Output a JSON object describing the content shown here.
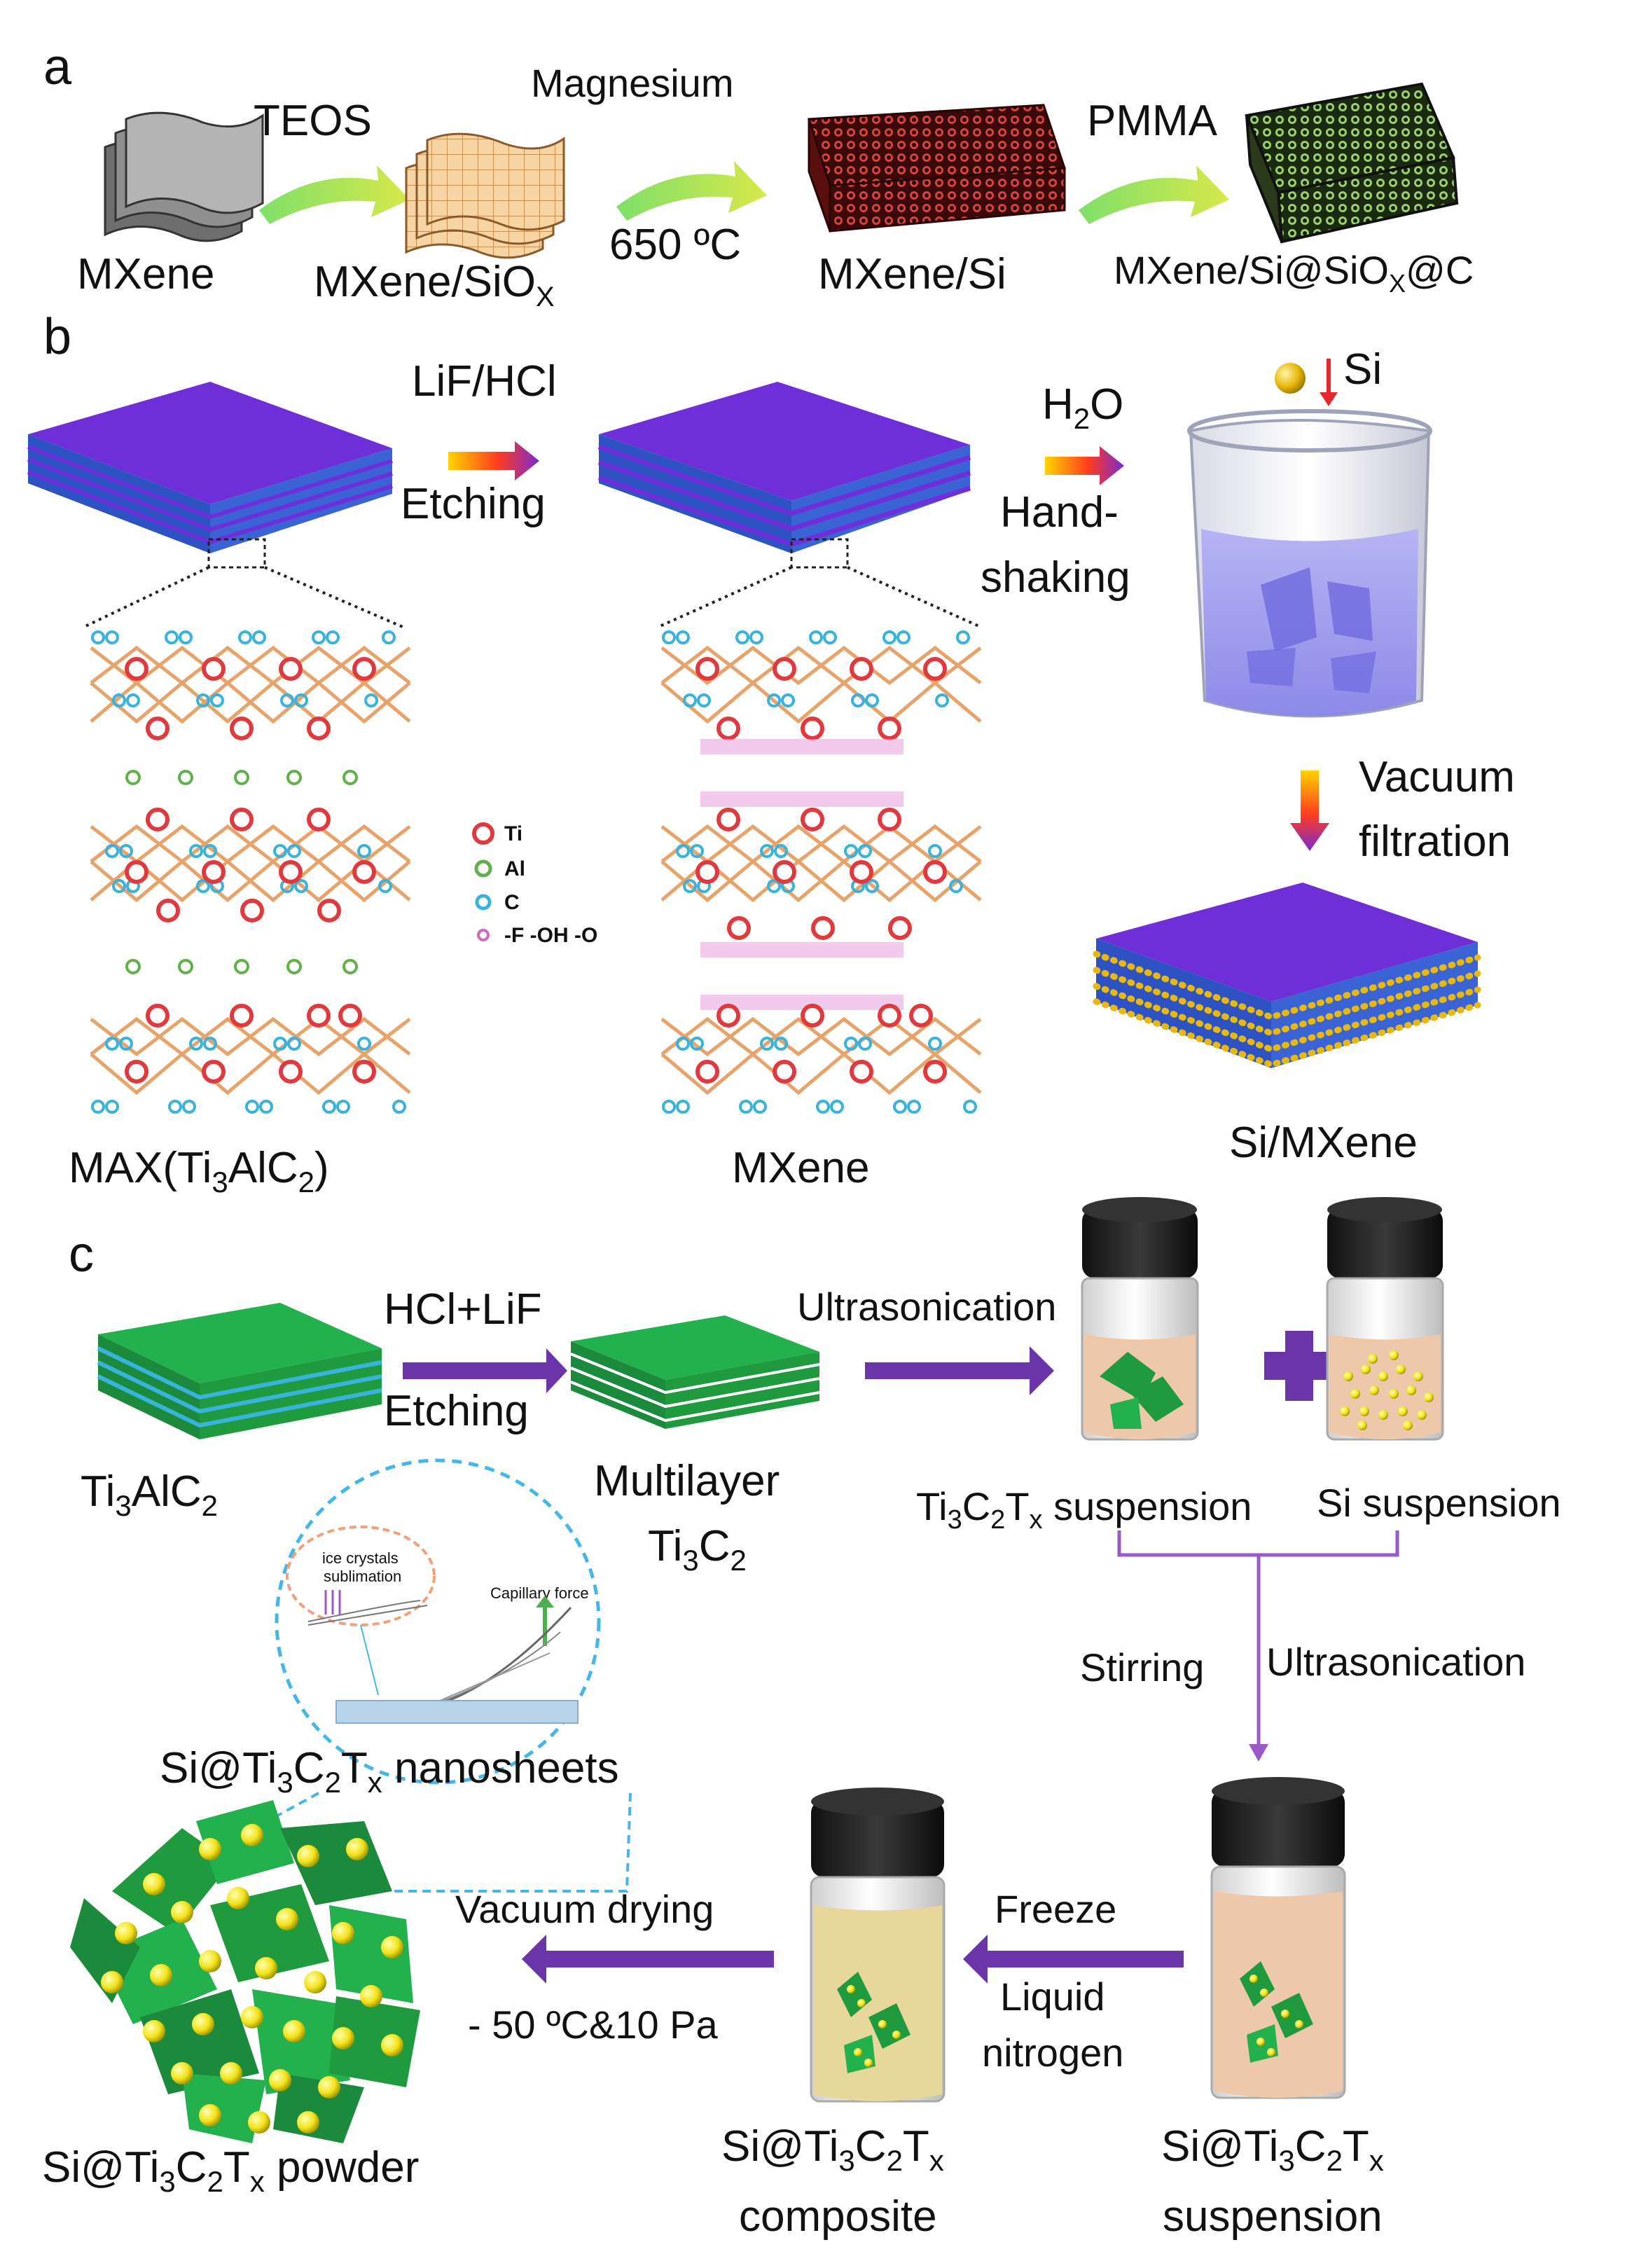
{
  "panels": {
    "a": {
      "letter": "a",
      "magnesium": "Magnesium",
      "temperature": "650 ºC",
      "teos": "TEOS",
      "pmma": "PMMA",
      "mxene": "MXene",
      "mxene_siox": {
        "main": "MXene/SiO",
        "sub": "X"
      },
      "mxene_si": "MXene/Si",
      "mxene_si_siox_c": {
        "p1": "MXene/Si@SiO",
        "sub": "X",
        "p2": "@C"
      }
    },
    "b": {
      "letter": "b",
      "lif_hcl": "LiF/HCl",
      "etching": "Etching",
      "h2o": {
        "p1": "H",
        "sub": "2",
        "p2": "O"
      },
      "hand": "Hand-",
      "shaking": "shaking",
      "si": "Si",
      "vacuum": "Vacuum",
      "filtration": "filtration",
      "max": {
        "p1": "MAX(Ti",
        "s1": "3",
        "p2": "AlC",
        "s2": "2",
        "p3": ")"
      },
      "mxene": "MXene",
      "si_mxene": "Si/MXene",
      "legend": [
        "Ti",
        "Al",
        "C",
        "-F -OH -O"
      ],
      "colors": {
        "ti": "#e0393e",
        "al": "#62b04a",
        "c": "#3ab3dc",
        "f": "#c86bc0",
        "purple": "#6f2fd8",
        "blue_layer": "#3b6fd6",
        "gold": "#e8b80c"
      }
    },
    "c": {
      "letter": "c",
      "hcl_lif": "HCl+LiF",
      "etching": "Etching",
      "ultrasonication_top": "Ultrasonication",
      "ti3alc2": {
        "p1": "Ti",
        "s1": "3",
        "p2": "AlC",
        "s2": "2"
      },
      "multilayer": "Multilayer",
      "ti3c2": {
        "p1": "Ti",
        "s1": "3",
        "p2": "C",
        "s2": "2"
      },
      "ti3c2tx_suspension": {
        "p1": "Ti",
        "s1": "3",
        "p2": "C",
        "s2": "2",
        "p3": "T",
        "s3": "x",
        "p4": " suspension"
      },
      "si_suspension": "Si suspension",
      "stirring": "Stirring",
      "ultrasonication": "Ultrasonication",
      "inset_ice": "ice crystals",
      "inset_sublimation": "sublimation",
      "inset_capillary": "Capillary force",
      "nanosheets": {
        "p1": "Si@Ti",
        "s1": "3",
        "p2": "C",
        "s2": "2",
        "p3": "T",
        "s3": "x",
        "p4": " nanosheets"
      },
      "vacuum_drying": "Vacuum drying",
      "conditions": "- 50 ºC&10 Pa",
      "freeze": "Freeze",
      "liquid": "Liquid",
      "nitrogen": "nitrogen",
      "powder": {
        "p1": "Si@Ti",
        "s1": "3",
        "p2": "C",
        "s2": "2",
        "p3": "T",
        "s3": "x",
        "p4": " powder"
      },
      "composite": {
        "p1": "Si@Ti",
        "s1": "3",
        "p2": "C",
        "s2": "2",
        "p3": "T",
        "s3": "x",
        "line2": "composite"
      },
      "suspension": {
        "p1": "Si@Ti",
        "s1": "3",
        "p2": "C",
        "s2": "2",
        "p3": "T",
        "s3": "x",
        "line2": "suspension"
      },
      "colors": {
        "arrow": "#6a35a8",
        "green_sheet": "#1f9a3e",
        "bracket": "#9b59c8",
        "dash": "#45b7e6"
      }
    }
  }
}
